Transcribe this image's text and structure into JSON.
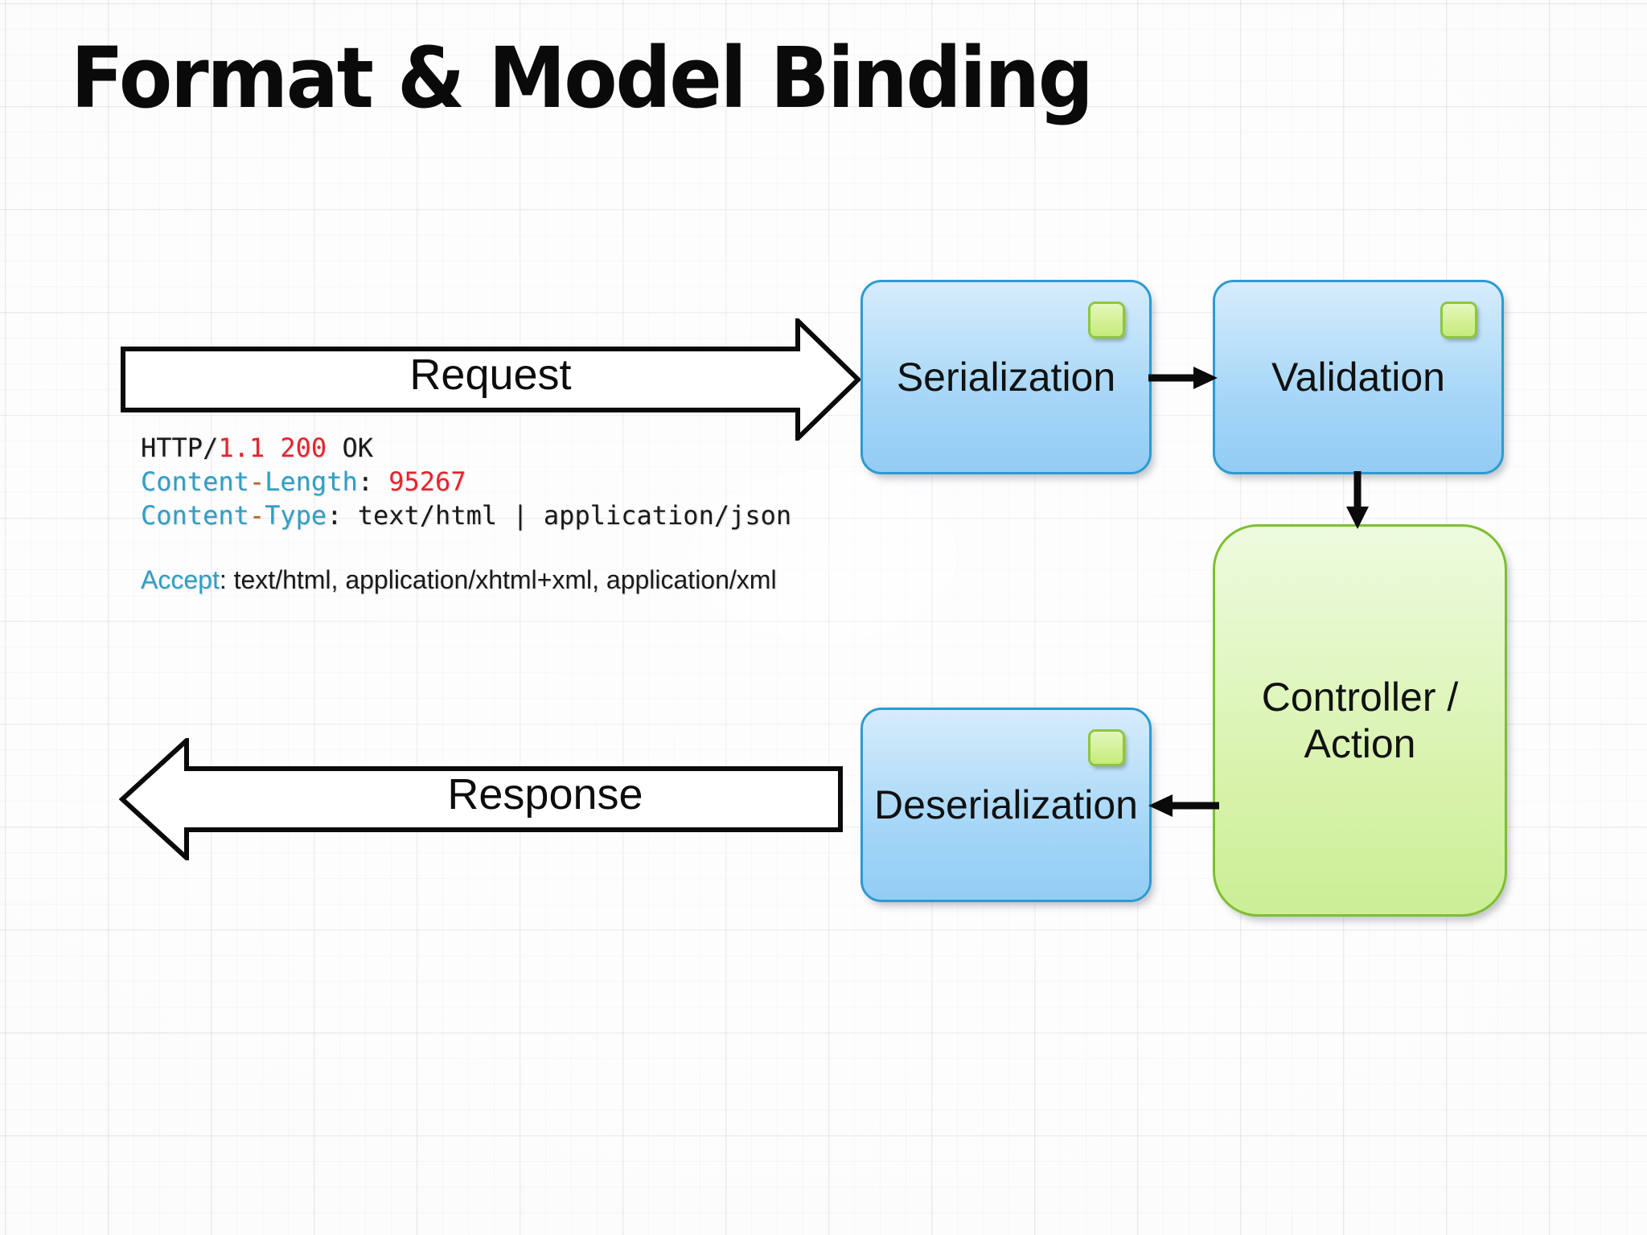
{
  "slide": {
    "title": "Format & Model Binding",
    "background": {
      "color": "#fcfcfd",
      "grid": "graph-paper"
    }
  },
  "flow": {
    "request_arrow": {
      "label": "Request",
      "direction": "right",
      "fill": "#ffffff",
      "stroke": "#000000"
    },
    "response_arrow": {
      "label": "Response",
      "direction": "left",
      "fill": "#ffffff",
      "stroke": "#000000"
    },
    "boxes": [
      {
        "id": "serialization",
        "label": "Serialization",
        "style": "blue",
        "fill": "#a5d6f7",
        "border": "#2e9ad0",
        "badge": true,
        "badge_color": "#c6ea7e"
      },
      {
        "id": "validation",
        "label": "Validation",
        "style": "blue",
        "fill": "#a5d6f7",
        "border": "#2e9ad0",
        "badge": true,
        "badge_color": "#c6ea7e"
      },
      {
        "id": "controller-action",
        "label": "Controller /\nAction",
        "label_line1": "Controller /",
        "label_line2": "Action",
        "style": "green",
        "fill": "#d6f2a8",
        "border": "#7dbf30",
        "badge": false
      },
      {
        "id": "deserialization",
        "label": "Deserialization",
        "style": "blue",
        "fill": "#a5d6f7",
        "border": "#2e9ad0",
        "badge": true,
        "badge_color": "#c6ea7e"
      }
    ],
    "connectors": [
      {
        "id": "serialization-to-validation",
        "from": "serialization",
        "to": "validation",
        "direction": "right"
      },
      {
        "id": "validation-to-controller",
        "from": "validation",
        "to": "controller-action",
        "direction": "down"
      },
      {
        "id": "controller-to-deserialization",
        "from": "controller-action",
        "to": "deserialization",
        "direction": "left"
      }
    ]
  },
  "http": {
    "status_line": {
      "protocol": "HTTP/",
      "version_status": "1.1 200",
      "reason": " OK"
    },
    "content_length": {
      "name_a": "Content",
      "dash": "-",
      "name_b": "Length",
      "colon": ": ",
      "value": "95267"
    },
    "content_type": {
      "name_a": "Content",
      "dash": "-",
      "name_b": "Type",
      "colon": ": ",
      "value": "text/html | application/json"
    },
    "accept": {
      "name": "Accept",
      "colon": ": ",
      "value": "text/html, application/xhtml+xml, application/xml"
    },
    "colors": {
      "header_name": "#2f9fc4",
      "dash": "#b0661e",
      "value_highlight": "#e8232a",
      "default": "#1a1a1a"
    }
  }
}
